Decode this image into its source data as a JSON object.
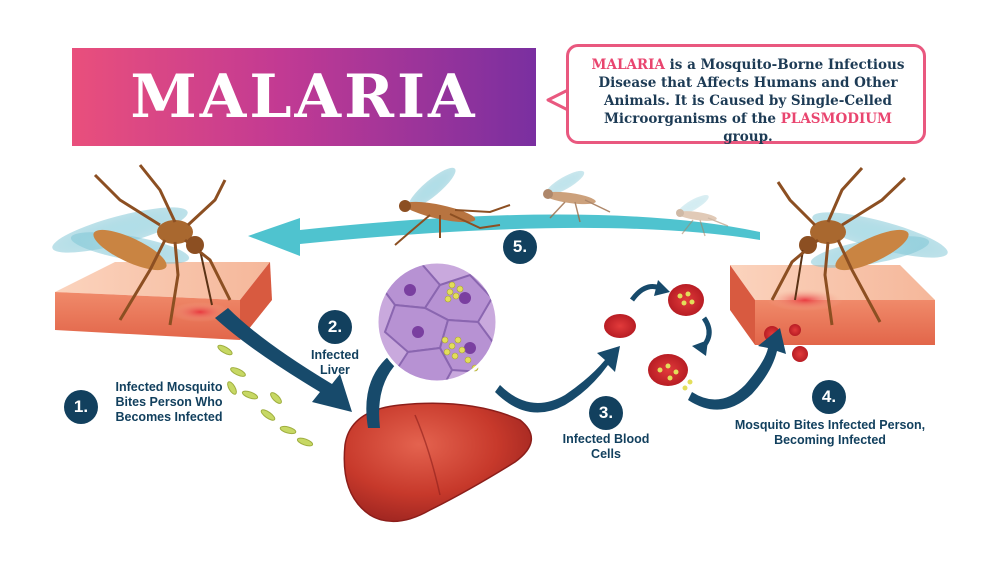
{
  "title": "MALARIA",
  "description": {
    "term": "MALARIA",
    "text_before": " is a Mosquito-Borne Infectious Disease that Affects Humans and Other Animals. It is Caused by Single-Celled Microorganisms of the ",
    "highlight": "PLASMODIUM",
    "text_after": " group."
  },
  "steps": [
    {
      "number": "1.",
      "label": "Infected Mosquito Bites Person Who Becomes Infected"
    },
    {
      "number": "2.",
      "label": "Infected Liver"
    },
    {
      "number": "3.",
      "label": "Infected Blood Cells"
    },
    {
      "number": "4.",
      "label": "Mosquito Bites Infected Person, Becoming Infected"
    },
    {
      "number": "5.",
      "label": ""
    }
  ],
  "colors": {
    "banner_start": "#e94f7c",
    "banner_end": "#7a2fa0",
    "accent_pink": "#e9456f",
    "navy": "#12405e",
    "teal_arrow": "#4fc3cf",
    "skin": "#f3a98d",
    "liver": "#c23a2e",
    "blood_cell": "#d42b2b"
  }
}
